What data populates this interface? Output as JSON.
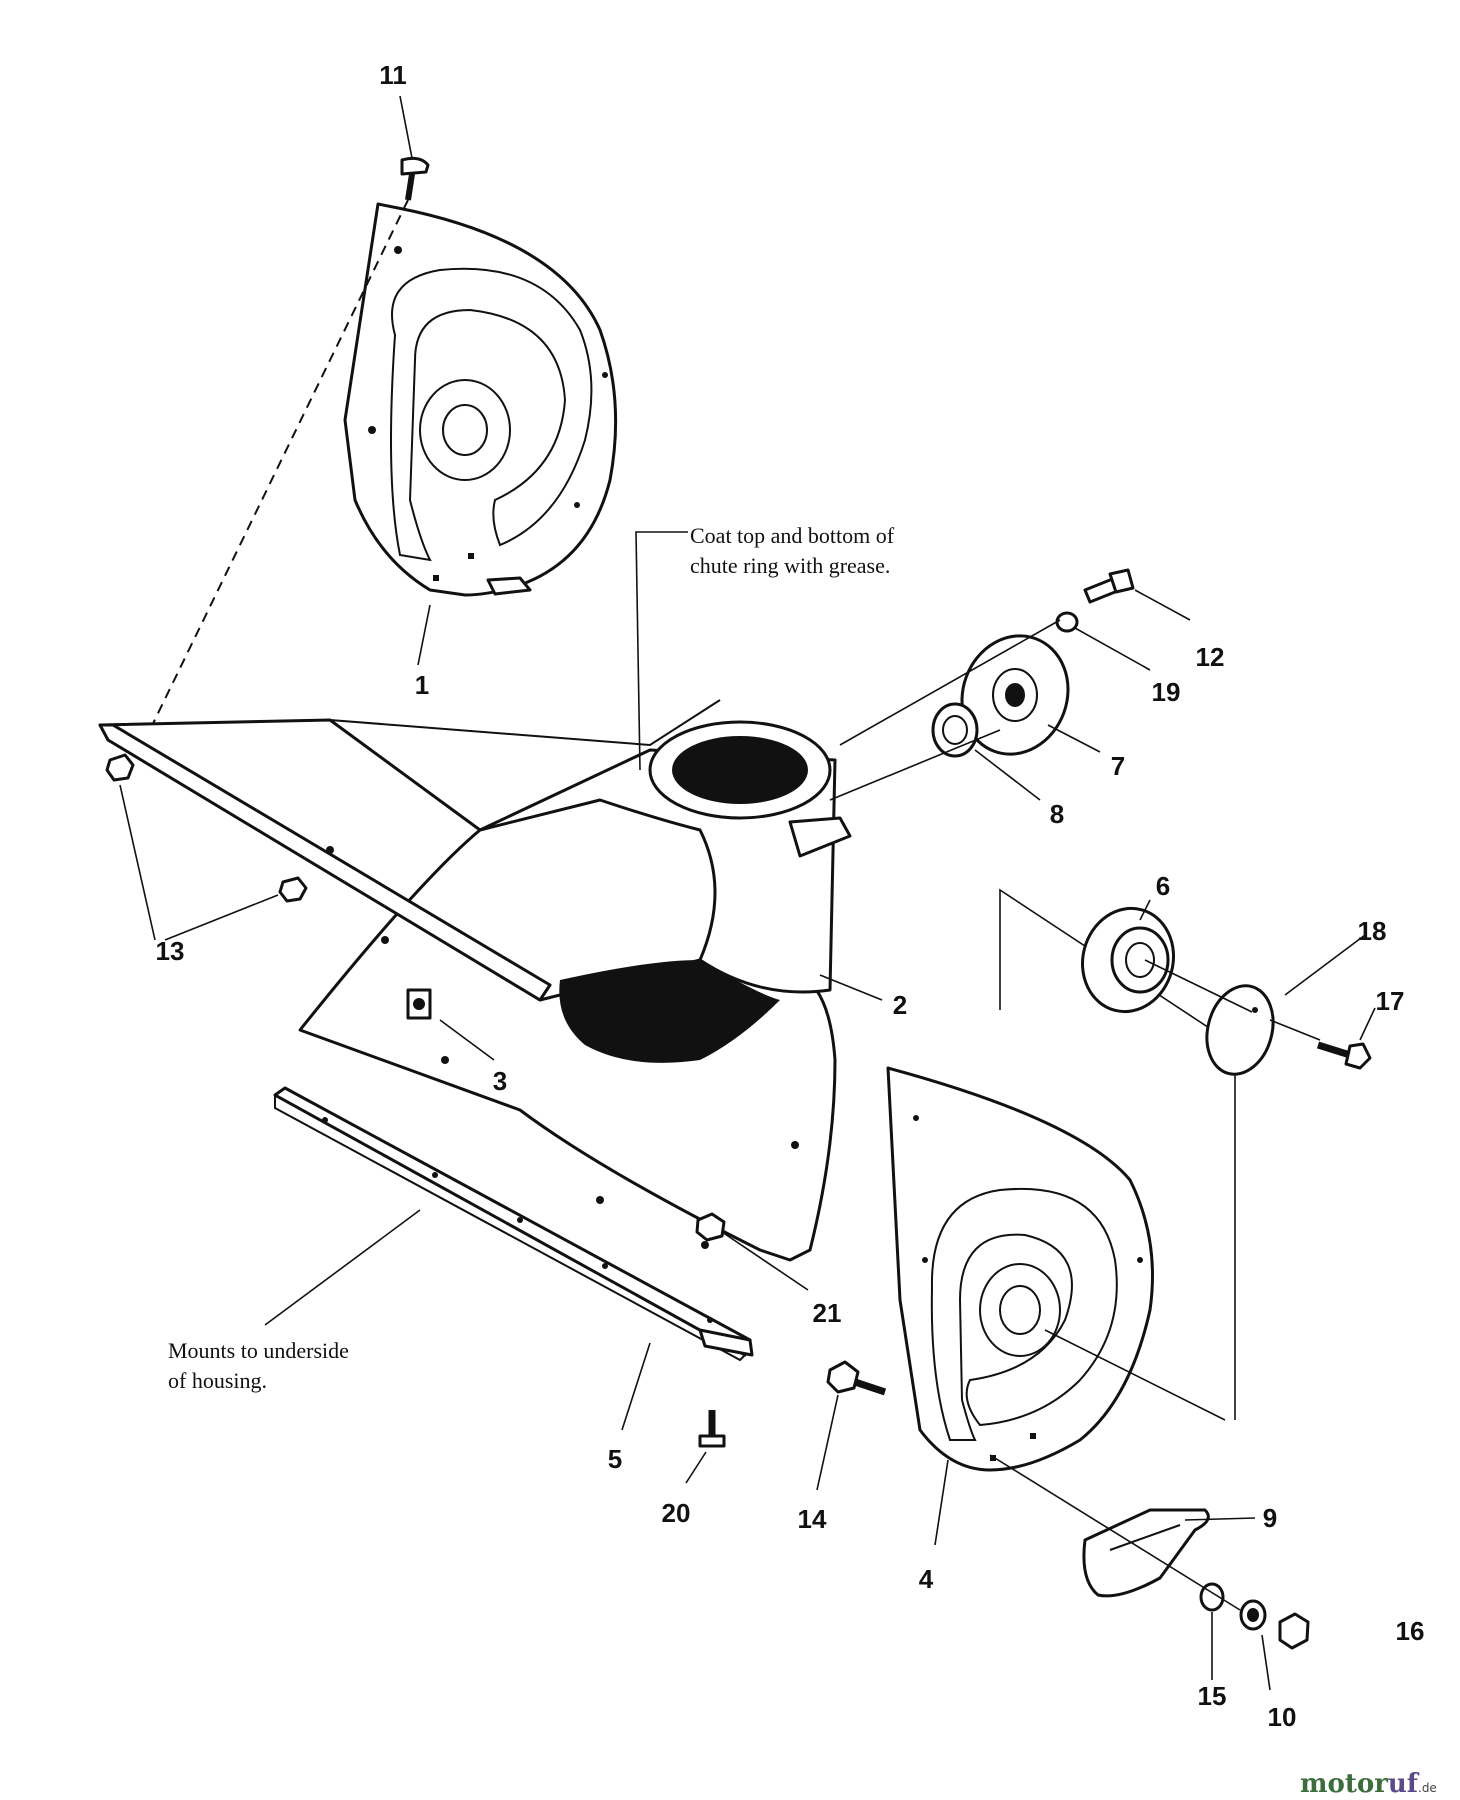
{
  "callouts": [
    {
      "id": "1",
      "label": "1"
    },
    {
      "id": "2",
      "label": "2"
    },
    {
      "id": "3",
      "label": "3"
    },
    {
      "id": "4",
      "label": "4"
    },
    {
      "id": "5",
      "label": "5"
    },
    {
      "id": "6",
      "label": "6"
    },
    {
      "id": "7",
      "label": "7"
    },
    {
      "id": "8",
      "label": "8"
    },
    {
      "id": "9",
      "label": "9"
    },
    {
      "id": "10",
      "label": "10"
    },
    {
      "id": "11",
      "label": "11"
    },
    {
      "id": "12",
      "label": "12"
    },
    {
      "id": "13",
      "label": "13"
    },
    {
      "id": "14",
      "label": "14"
    },
    {
      "id": "15",
      "label": "15"
    },
    {
      "id": "16",
      "label": "16"
    },
    {
      "id": "17",
      "label": "17"
    },
    {
      "id": "18",
      "label": "18"
    },
    {
      "id": "19",
      "label": "19"
    },
    {
      "id": "20",
      "label": "20"
    },
    {
      "id": "21",
      "label": "21"
    }
  ],
  "notes": {
    "grease_line1": "Coat top and bottom of",
    "grease_line2": "chute ring with grease.",
    "mounts_line1": "Mounts to underside",
    "mounts_line2": "of housing."
  },
  "watermark": {
    "part1": "motor",
    "part2": "uf",
    "suffix": ".de"
  }
}
